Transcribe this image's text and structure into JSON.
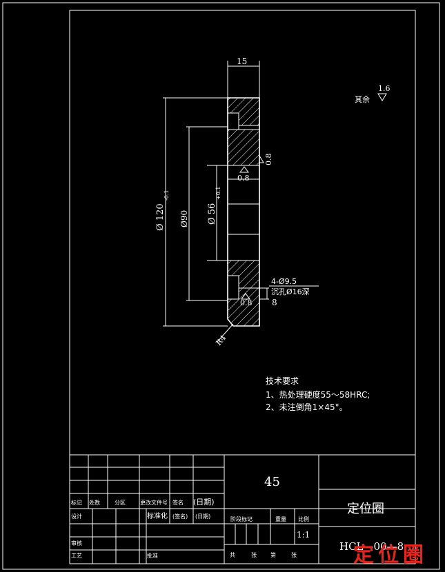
{
  "drawing": {
    "dimensions": {
      "width_top": "15",
      "dia_outer": "Ø 120",
      "dia_outer_tol": "-0.1",
      "dia_bolt_circle": "Ø90",
      "dia_inner": "Ø 56",
      "dia_inner_tol": "+0.1",
      "radius": "R4",
      "hole_count_dia": "4-Ø9.5",
      "counterbore": "沉孔Ø16深",
      "counterbore_depth": "8"
    },
    "roughness": {
      "general_label": "其余",
      "general_value": "1.6",
      "face_right": "0.8",
      "bore_upper": "0.8",
      "bore_lower": "0.8"
    },
    "tech_requirements": {
      "title": "技术要求",
      "line1": "1、热处理硬度55～58HRC;",
      "line2": "2、未注倒角1×45°。"
    }
  },
  "title_block": {
    "material": "45",
    "part_name": "定位圈",
    "drawing_number": "HCL—00—8",
    "scale": "1:1",
    "row_labels": {
      "mark": "标记",
      "count": "处数",
      "zone": "分区",
      "change_doc": "更改文件号",
      "signature": "签名",
      "date": "(日期)",
      "design": "设计",
      "standardize": "标准化",
      "sign2": "(签名)",
      "date2": "(日期)",
      "review": "审核",
      "process": "工艺",
      "approve": "批准",
      "stage_mark": "阶段标记",
      "weight": "重量",
      "ratio": "比例",
      "total": "共",
      "sheets": "张",
      "page": "第",
      "sheet": "张"
    }
  },
  "watermark": "定位圈"
}
